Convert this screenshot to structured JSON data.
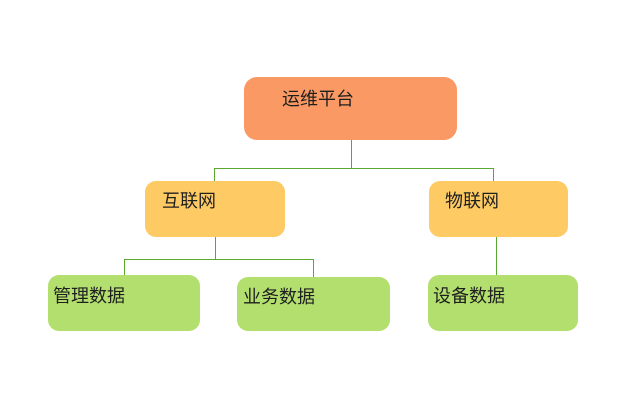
{
  "diagram": {
    "type": "tree",
    "background_color": "#ffffff",
    "connector_color": "#5aa831",
    "text_color": "#1f1f1f",
    "node_colors": {
      "root": "#fa9963",
      "middle": "#fdca63",
      "leaf": "#b3df6e"
    },
    "root": {
      "label": "运维平台",
      "children": [
        {
          "label": "互联网",
          "children": [
            {
              "label": "管理数据"
            },
            {
              "label": "业务数据"
            }
          ]
        },
        {
          "label": "物联网",
          "children": [
            {
              "label": "设备数据"
            }
          ]
        }
      ]
    }
  }
}
